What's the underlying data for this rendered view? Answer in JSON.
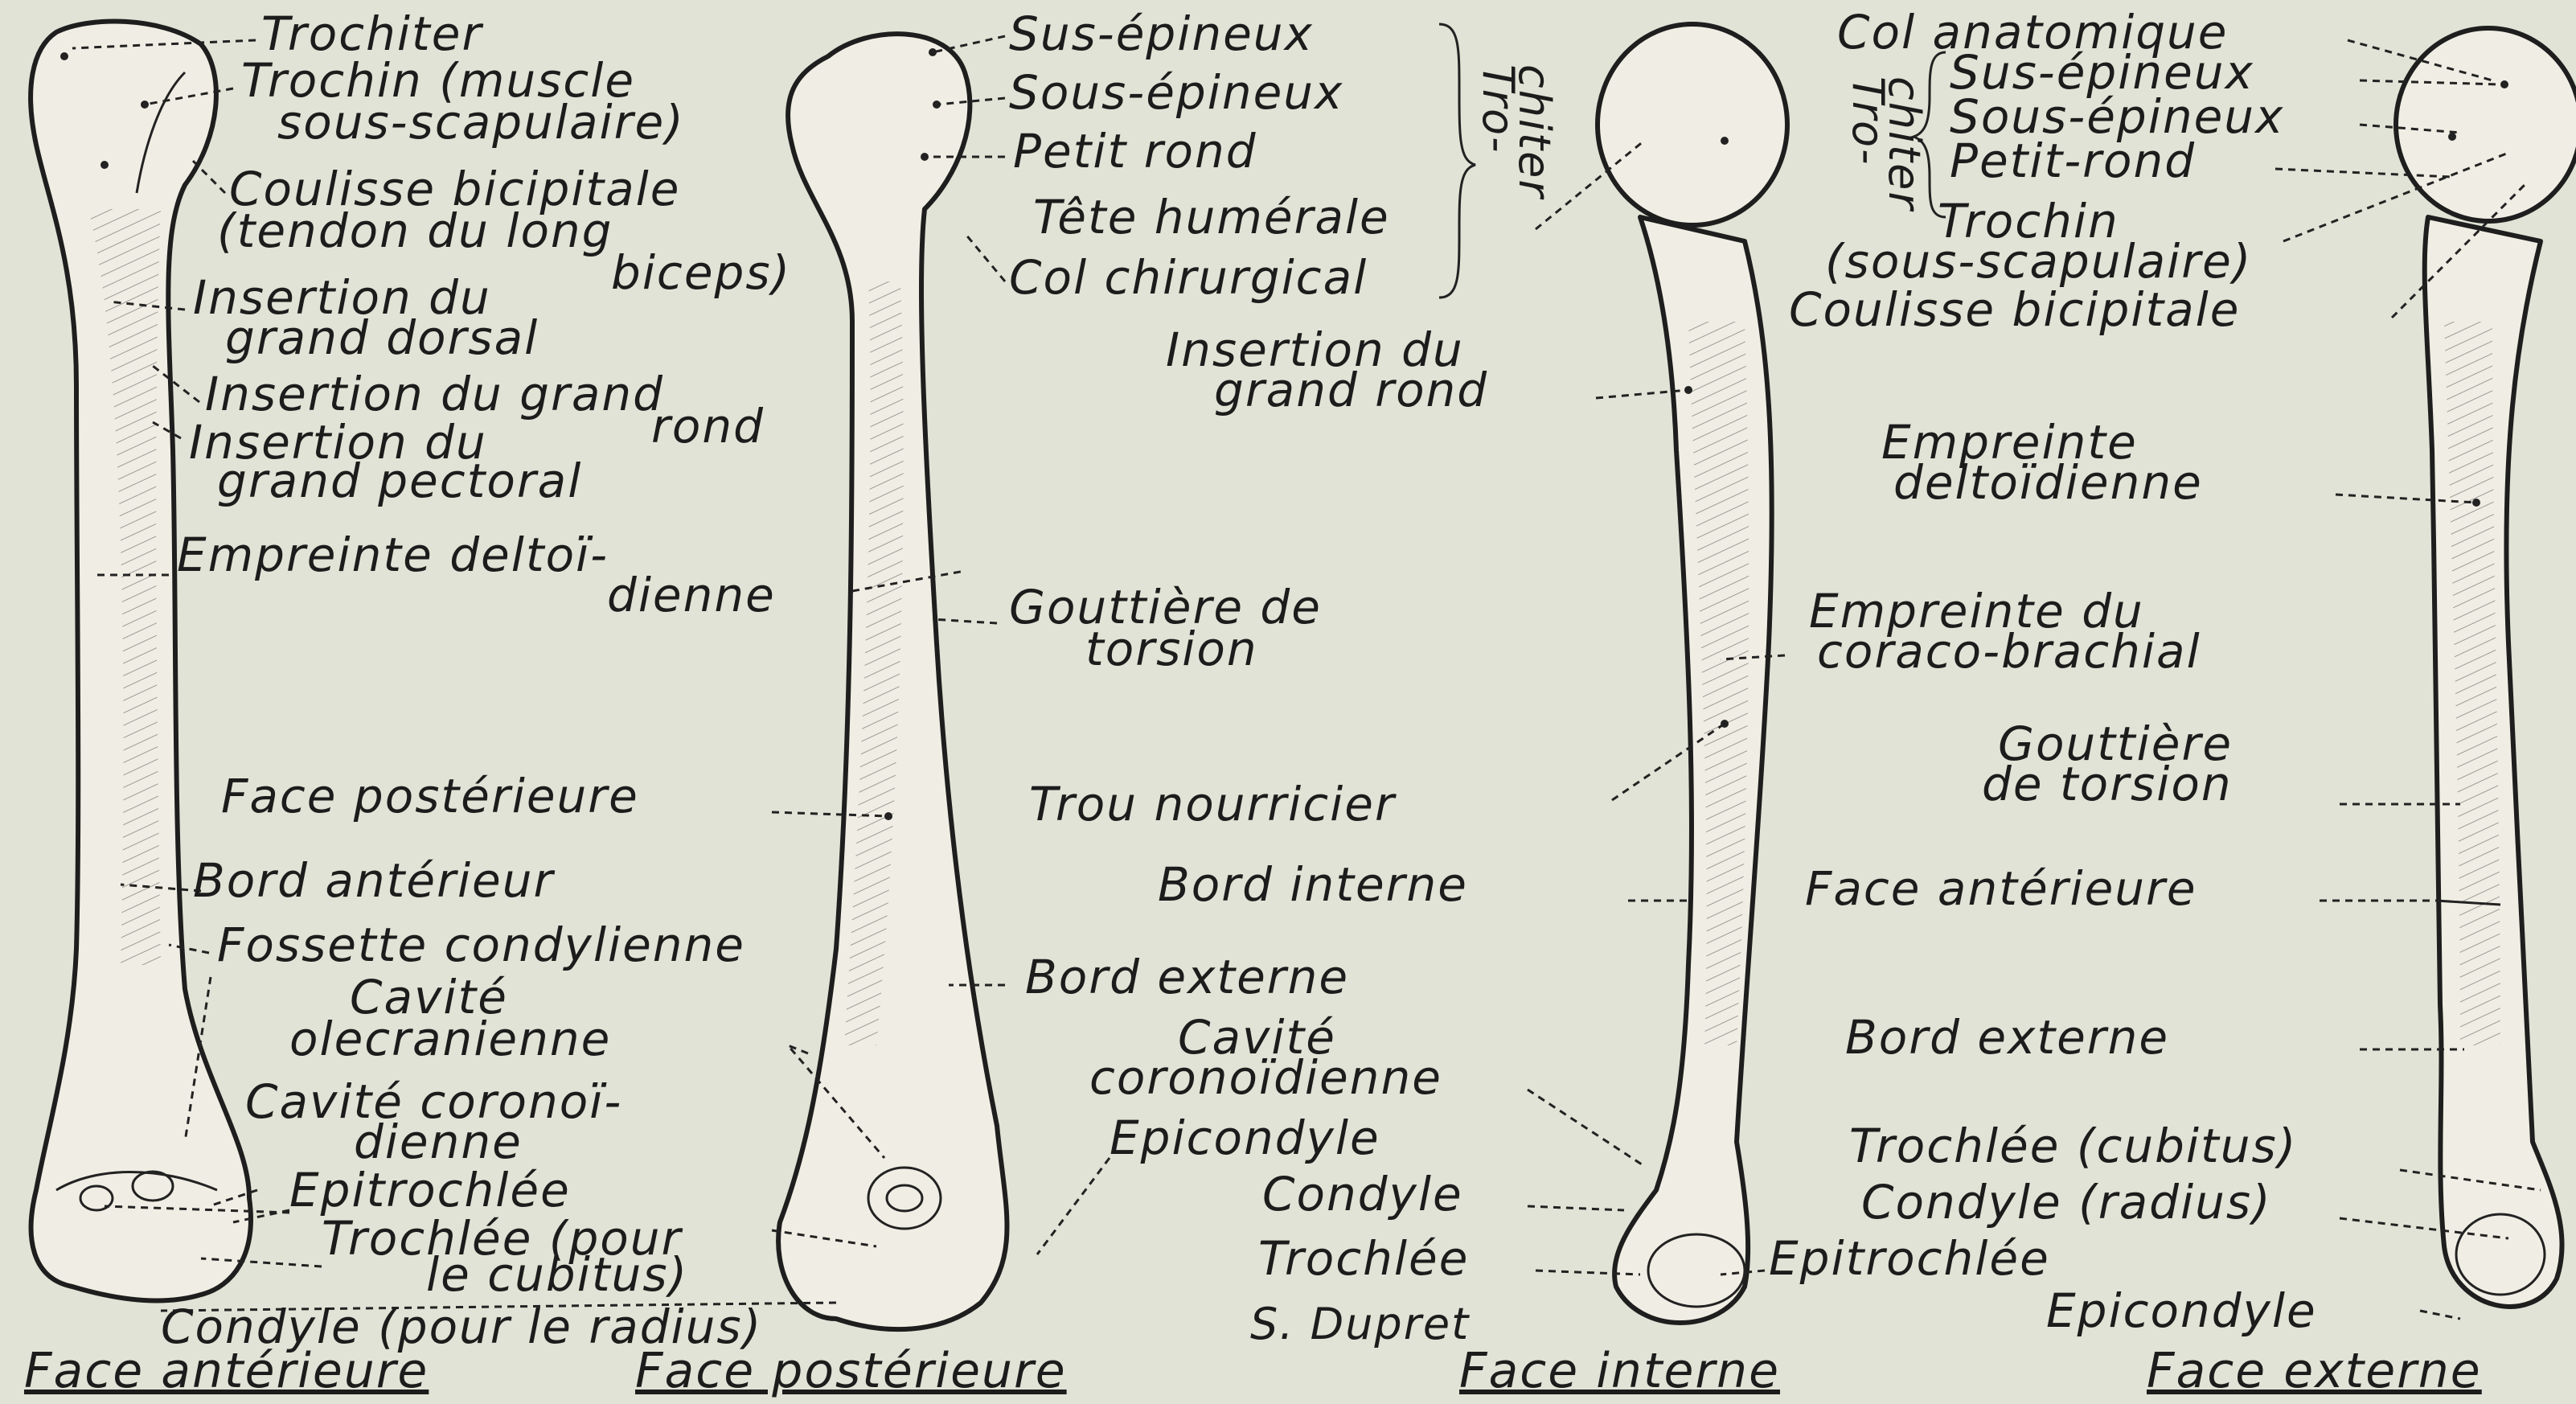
{
  "signature": "S. Dupret",
  "views": [
    {
      "id": "anterieure",
      "caption": "Face antérieure"
    },
    {
      "id": "posterieure",
      "caption": "Face postérieure"
    },
    {
      "id": "interne",
      "caption": "Face interne"
    },
    {
      "id": "externe",
      "caption": "Face externe"
    }
  ],
  "trochiter_bracket_label": [
    "Tro-",
    "chiter"
  ],
  "labels": {
    "anterieure": [
      [
        "Trochiter"
      ],
      [
        "Trochin (muscle",
        "sous-scapulaire)"
      ],
      [
        "Coulisse bicipitale",
        "(tendon du long",
        "biceps)"
      ],
      [
        "Insertion du",
        "grand dorsal"
      ],
      [
        "Insertion du grand",
        "rond"
      ],
      [
        "Insertion du",
        "grand pectoral"
      ],
      [
        "Empreinte deltoï-",
        "dienne"
      ],
      [
        "Face postérieure"
      ],
      [
        "Bord antérieur"
      ],
      [
        "Fossette condylienne"
      ],
      [
        "Cavité",
        "olecranienne"
      ],
      [
        "Cavité coronoï-",
        "dienne"
      ],
      [
        "Epitrochlée"
      ],
      [
        "Trochlée (pour",
        "le cubitus)"
      ],
      [
        "Condyle (pour le radius)"
      ]
    ],
    "posterieure": [
      [
        "Sus-épineux"
      ],
      [
        "Sous-épineux"
      ],
      [
        "Petit rond"
      ],
      [
        "Tête humérale"
      ],
      [
        "Col chirurgical"
      ],
      [
        "Insertion du",
        "grand rond"
      ],
      [
        "Gouttière de",
        "torsion"
      ],
      [
        "Trou nourricier"
      ],
      [
        "Bord interne"
      ],
      [
        "Bord externe"
      ],
      [
        "Cavité",
        "coronoïdienne"
      ],
      [
        "Epicondyle"
      ],
      [
        "Condyle"
      ],
      [
        "Trochlée"
      ],
      [
        "Epitrochlée"
      ]
    ],
    "externe": [
      [
        "Col anatomique"
      ],
      [
        "Sus-épineux"
      ],
      [
        "Sous-épineux"
      ],
      [
        "Petit-rond"
      ],
      [
        "Trochin",
        "(sous-scapulaire)"
      ],
      [
        "Coulisse bicipitale"
      ],
      [
        "Empreinte",
        "deltoïdienne"
      ],
      [
        "Empreinte du",
        "coraco-brachial"
      ],
      [
        "Gouttière",
        "de torsion"
      ],
      [
        "Face antérieure"
      ],
      [
        "Bord externe"
      ],
      [
        "Trochlée (cubitus)"
      ],
      [
        "Condyle (radius)"
      ],
      [
        "Epicondyle"
      ]
    ]
  }
}
